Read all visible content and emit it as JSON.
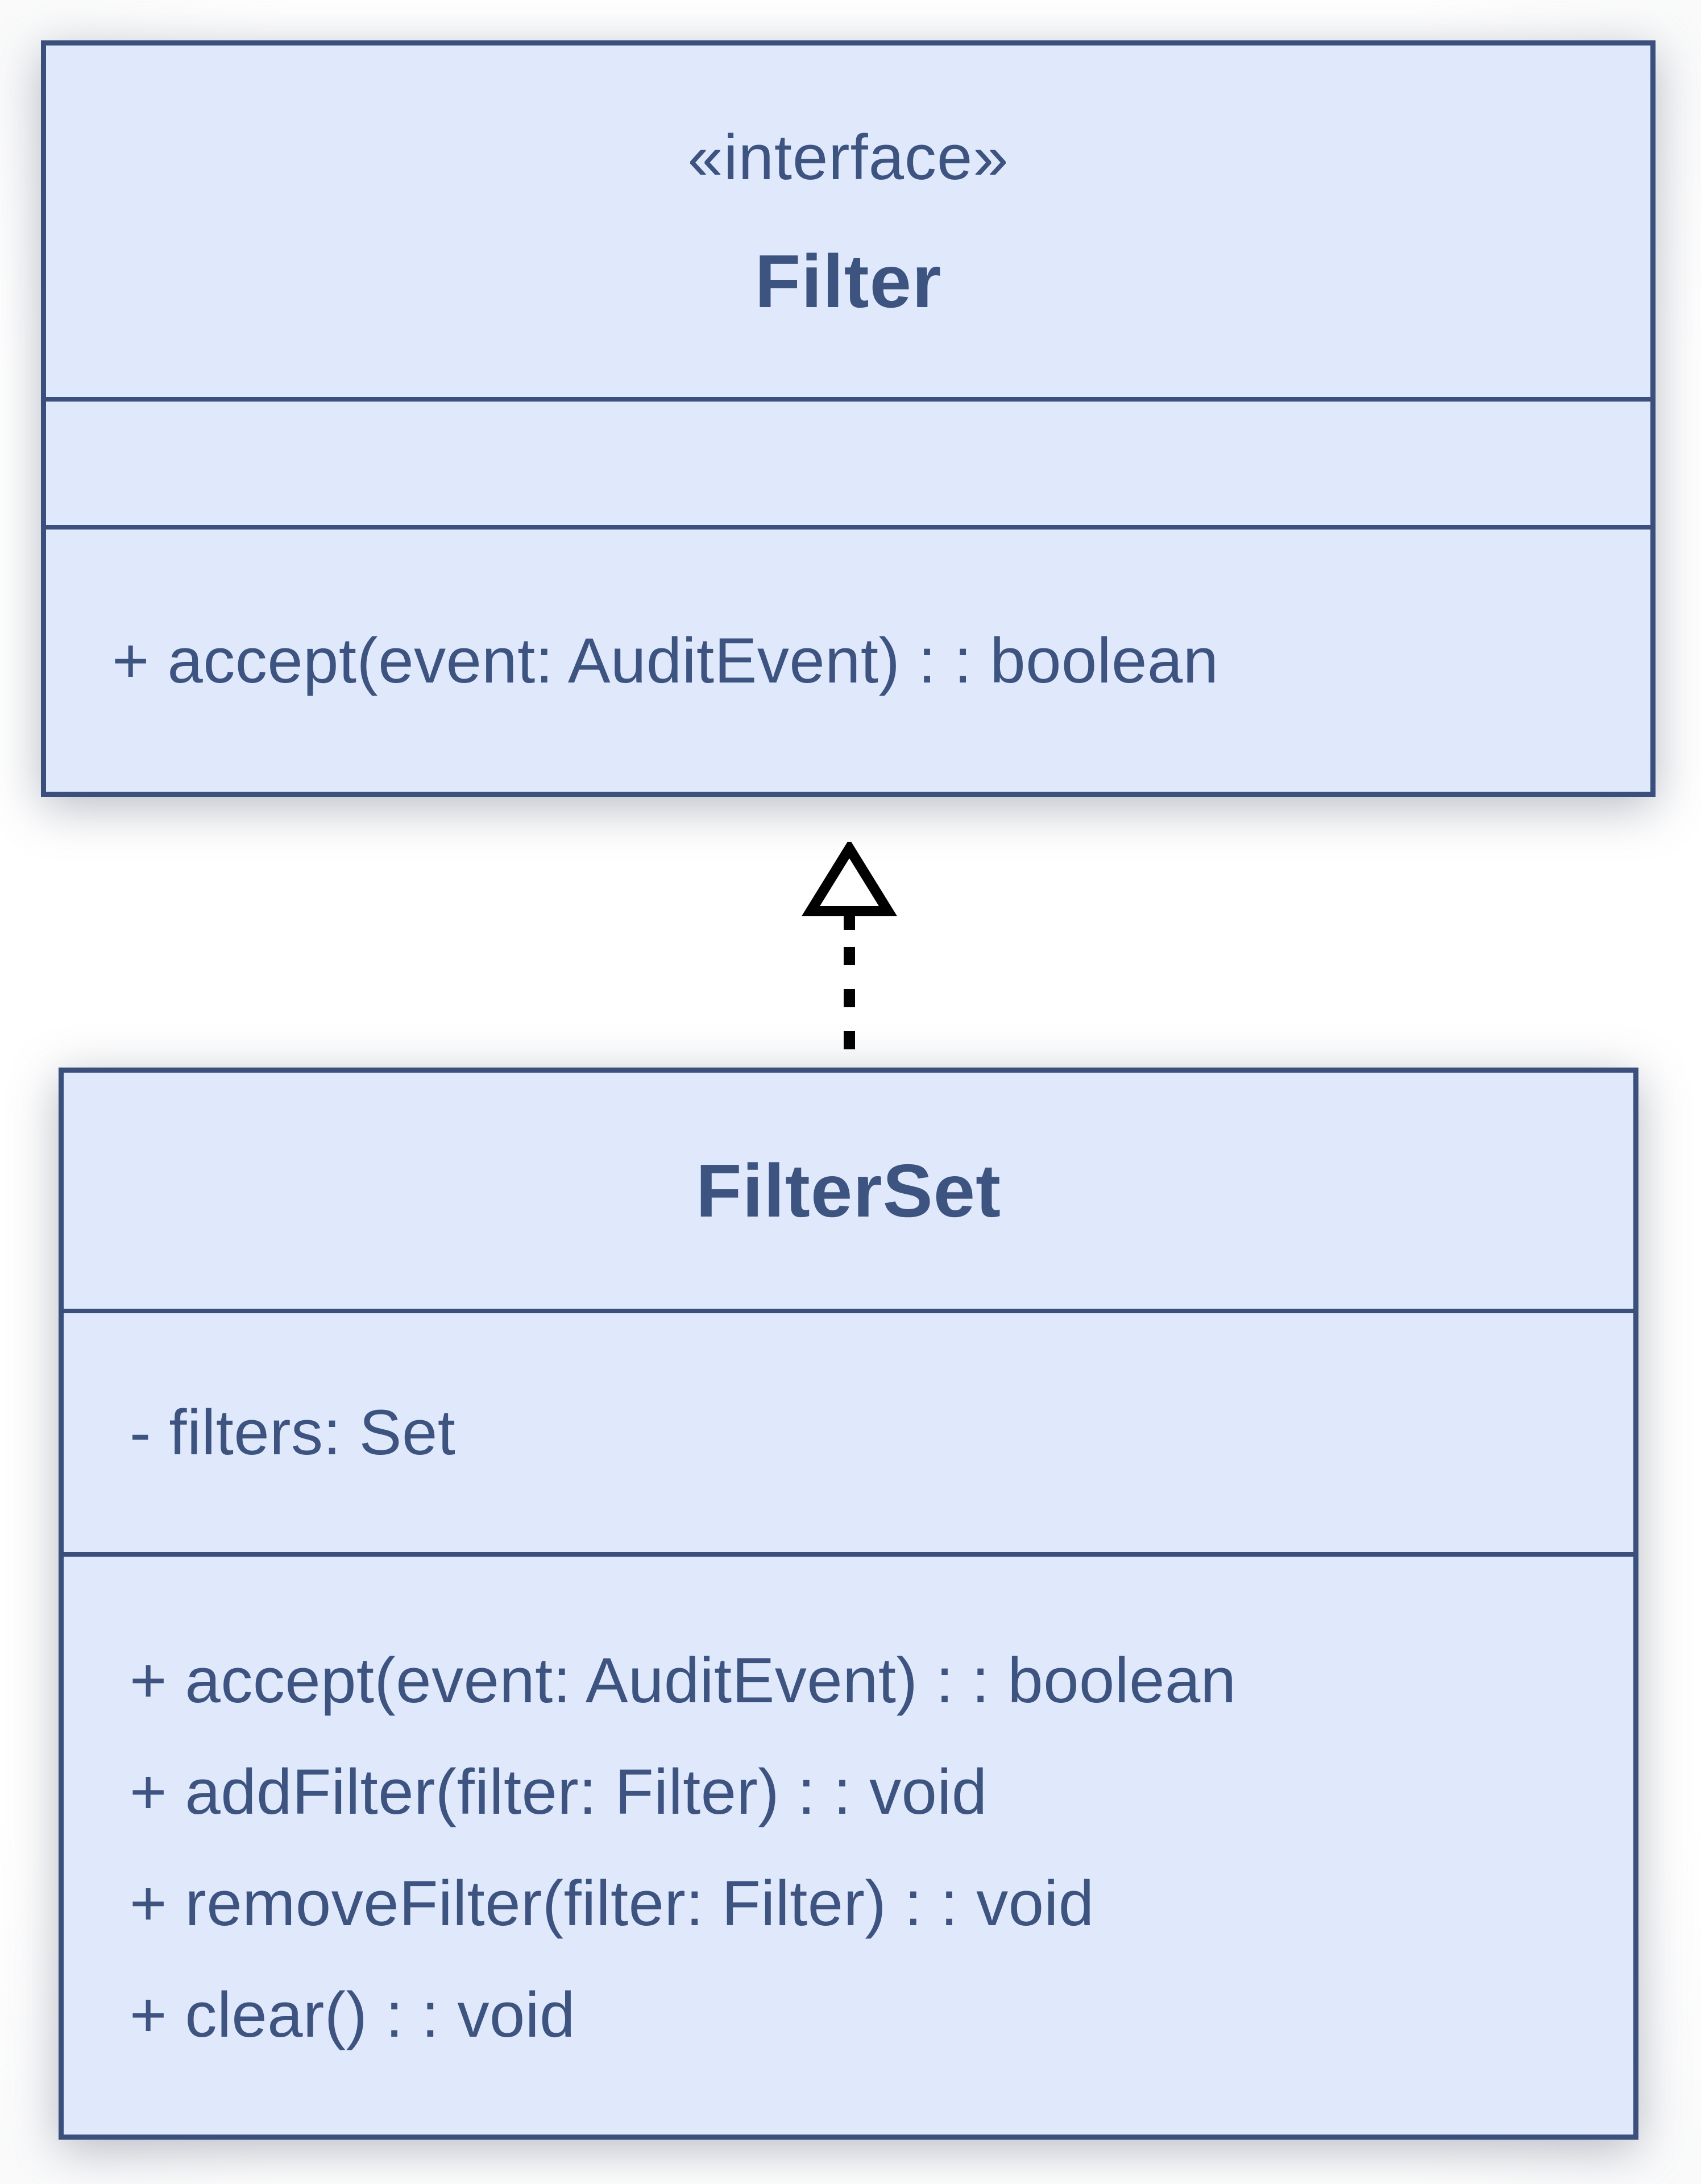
{
  "diagram": {
    "type": "uml-class-diagram",
    "colors": {
      "box_fill": "#e0e8fb",
      "box_border": "#3a4f7c",
      "text": "#3d5380",
      "arrow": "#000000",
      "background": "#ffffff"
    },
    "interface_class": {
      "stereotype": "«interface»",
      "name": "Filter",
      "attributes": [],
      "methods": {
        "0": "+ accept(event: AuditEvent) : : boolean"
      }
    },
    "implementation_class": {
      "name": "FilterSet",
      "attributes": {
        "0": "- filters: Set"
      },
      "methods": {
        "0": "+ accept(event: AuditEvent) : : boolean",
        "1": "+ addFilter(filter: Filter) : : void",
        "2": "+ removeFilter(filter: Filter) : : void",
        "3": "+ clear() : : void"
      }
    },
    "relationship": {
      "kind": "realization",
      "from": "FilterSet",
      "to": "Filter",
      "style": "dashed-line-hollow-triangle"
    }
  }
}
